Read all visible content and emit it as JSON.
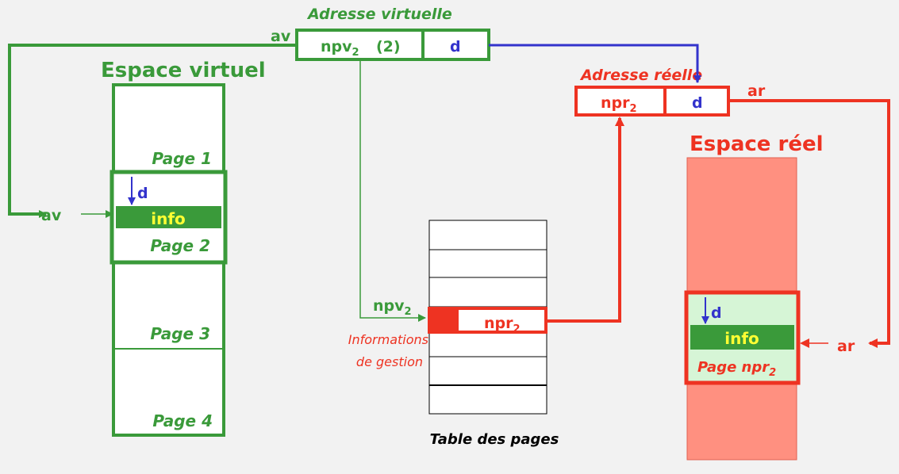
{
  "virtual_address": {
    "title": "Adresse virtuelle",
    "npv_label": "npv",
    "npv_sub": "2",
    "npv_index": "(2)",
    "offset_label": "d",
    "av_label": "av"
  },
  "real_address": {
    "title": "Adresse réelle",
    "npr_label": "npr",
    "npr_sub": "2",
    "offset_label": "d",
    "ar_label": "ar"
  },
  "virtual_space": {
    "title": "Espace virtuel",
    "pages": [
      "Page 1",
      "Page 2",
      "Page 3",
      "Page 4"
    ],
    "offset_label": "d",
    "info_label": "info",
    "av_label": "av"
  },
  "page_table": {
    "title": "Table des pages",
    "npv_label": "npv",
    "npv_sub": "2",
    "npr_label": "npr",
    "npr_sub": "2",
    "mgmt_line1": "Informations",
    "mgmt_line2": "de gestion"
  },
  "real_space": {
    "title": "Espace réel",
    "offset_label": "d",
    "info_label": "info",
    "page_label": "Page npr",
    "page_sub": "2",
    "ar_label": "ar"
  },
  "colors": {
    "green": "#3a9a3a",
    "red": "#ee3322",
    "blue": "#3333cc",
    "yellow": "#ffff33",
    "salmon": "#ff9080",
    "light_green": "#d6f5d6"
  }
}
